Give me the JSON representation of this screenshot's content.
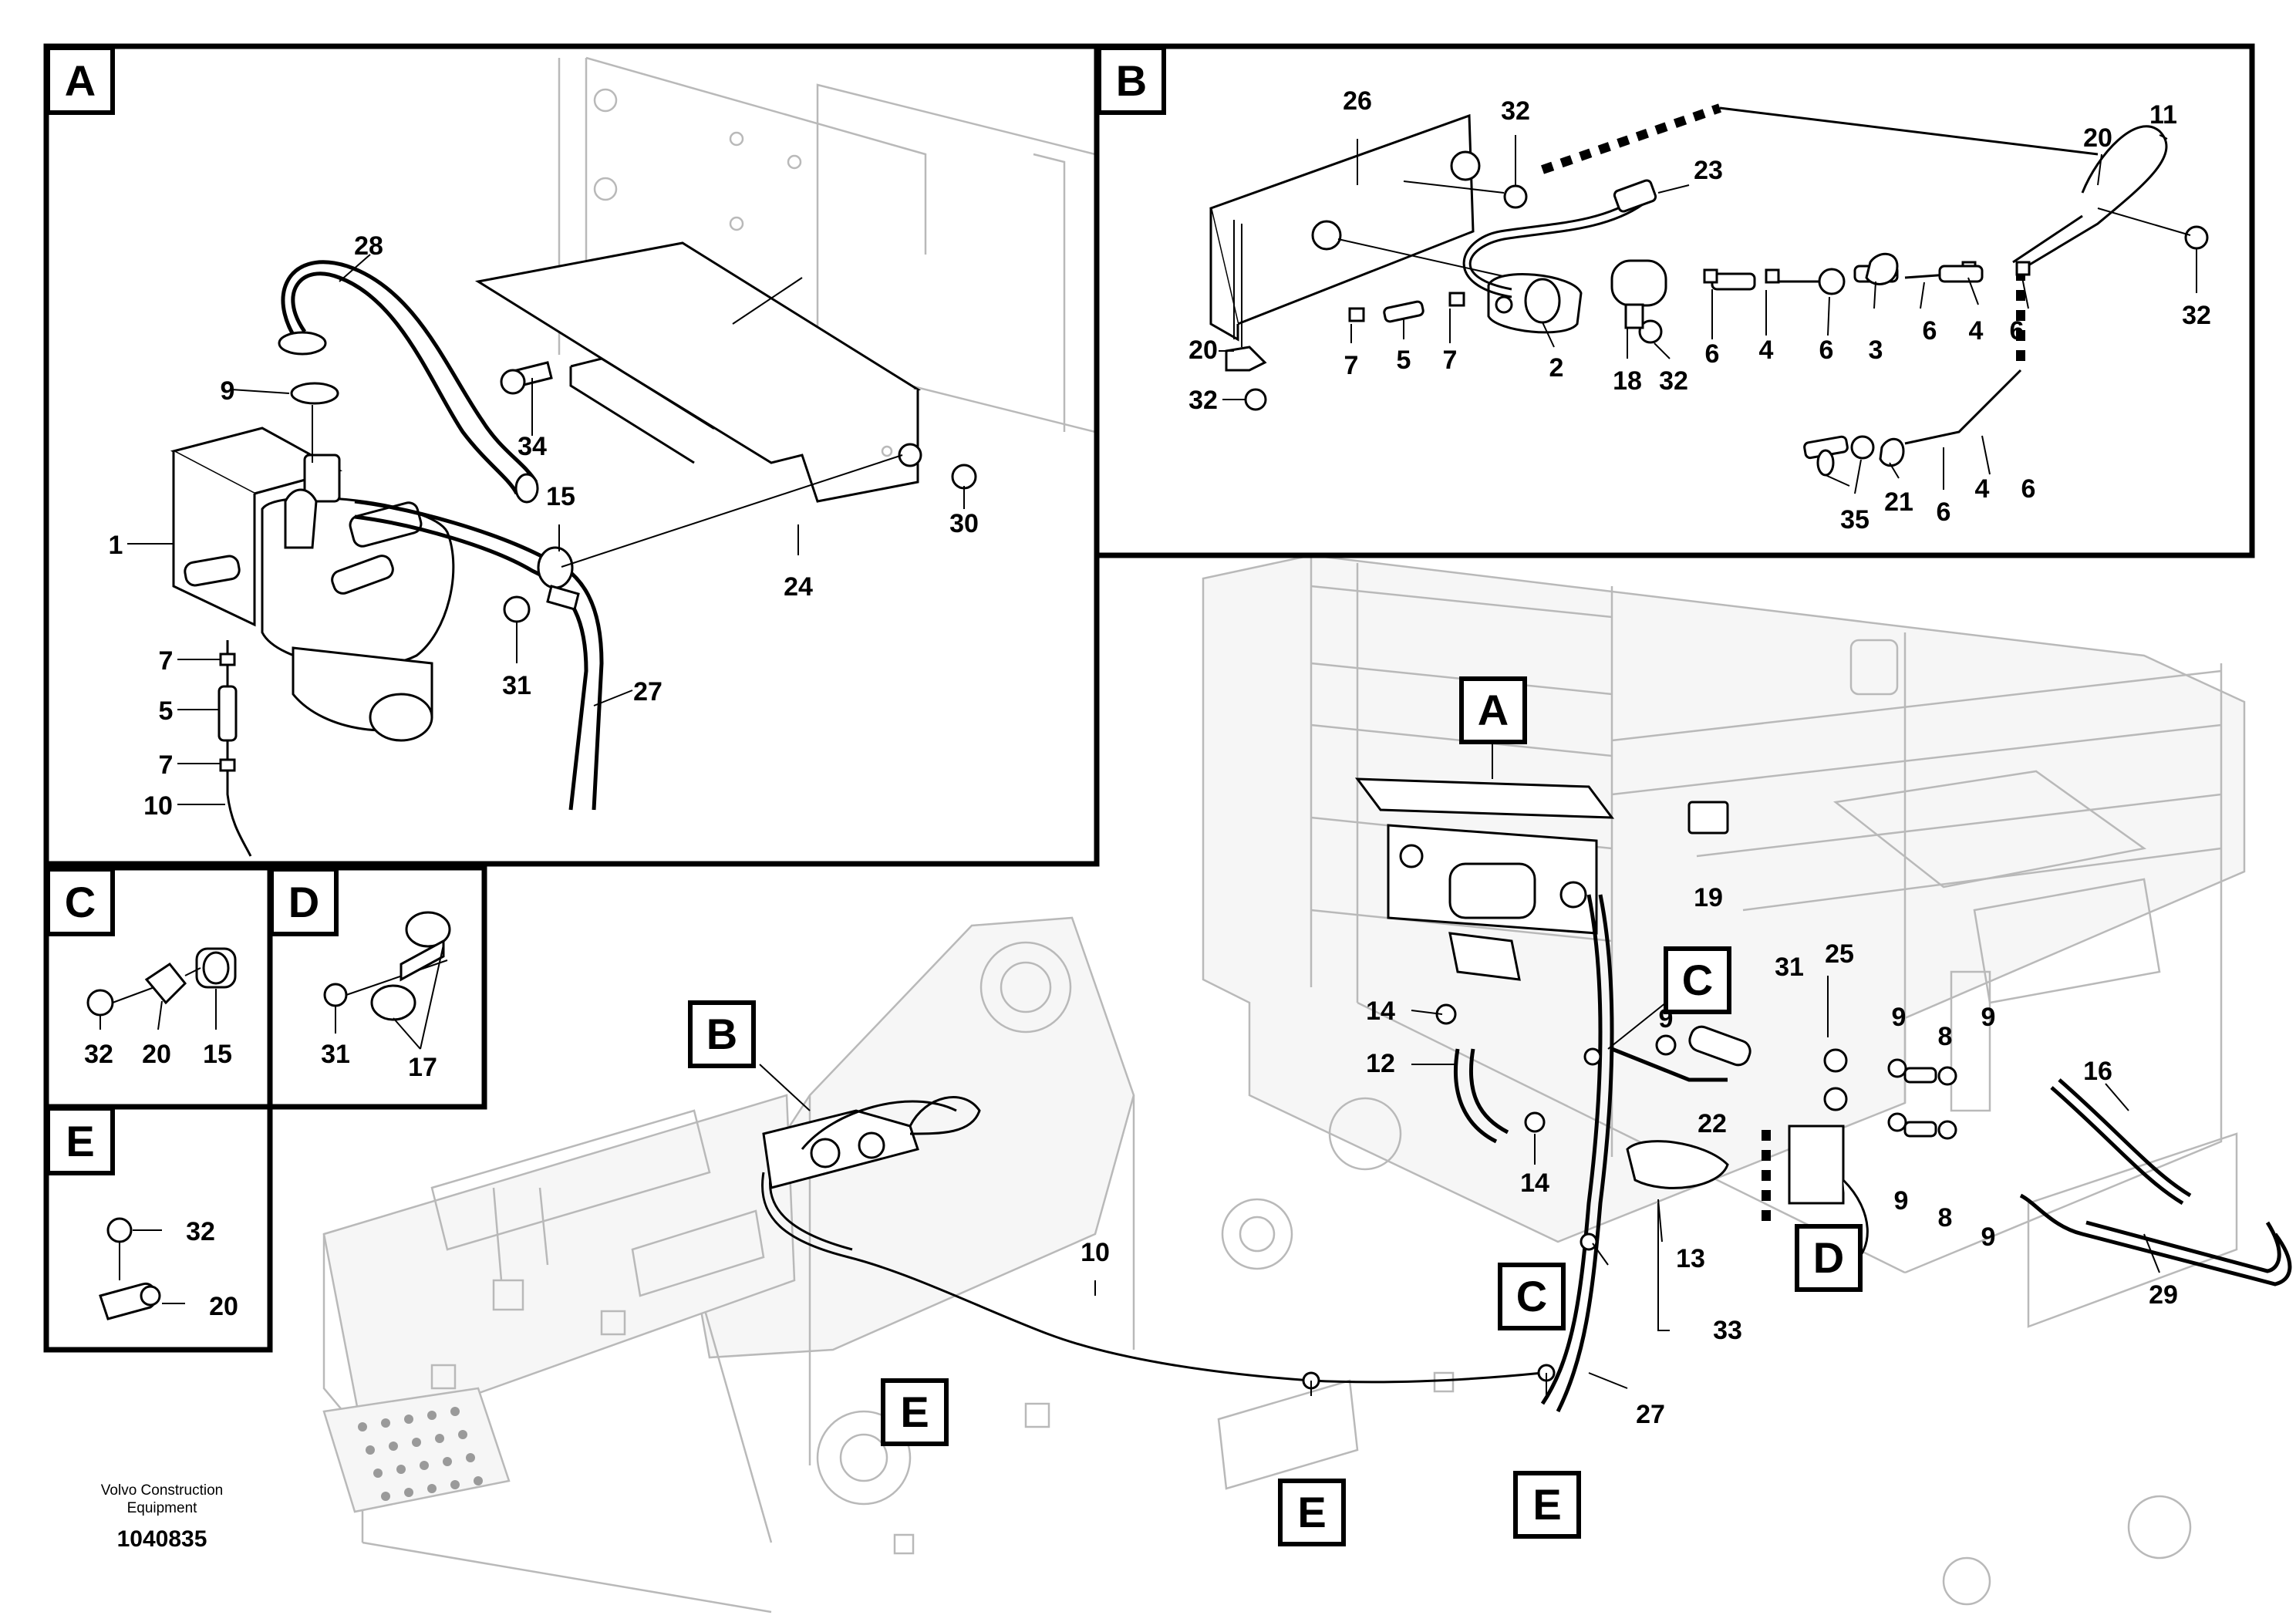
{
  "panels": {
    "a": {
      "letter": "A"
    },
    "b": {
      "letter": "B"
    },
    "c": {
      "letter": "C"
    },
    "d": {
      "letter": "D"
    },
    "e": {
      "letter": "E"
    }
  },
  "callouts": {
    "main_a": "A",
    "main_b": "B",
    "main_c1": "C",
    "main_c2": "C",
    "main_d": "D",
    "main_e1": "E",
    "main_e2": "E",
    "main_e3": "E"
  },
  "labels": {
    "a": [
      "28",
      "9",
      "1",
      "34",
      "15",
      "30",
      "24",
      "31",
      "27",
      "7",
      "5",
      "7",
      "10"
    ],
    "b": [
      "26",
      "32",
      "23",
      "20",
      "11",
      "32",
      "20",
      "32",
      "7",
      "5",
      "7",
      "2",
      "18",
      "32",
      "6",
      "4",
      "6",
      "3",
      "6",
      "4",
      "6",
      "35",
      "21",
      "6",
      "4",
      "6"
    ],
    "c": [
      "32",
      "20",
      "15"
    ],
    "d": [
      "31",
      "17"
    ],
    "e": [
      "32",
      "20"
    ],
    "main": [
      "19",
      "31",
      "25",
      "14",
      "12",
      "9",
      "22",
      "9",
      "8",
      "9",
      "16",
      "14",
      "13",
      "33",
      "9",
      "8",
      "9",
      "29",
      "10",
      "27"
    ]
  },
  "footer": {
    "maker_line1": "Volvo Construction",
    "maker_line2": "Equipment",
    "drawing_number": "1040835"
  }
}
